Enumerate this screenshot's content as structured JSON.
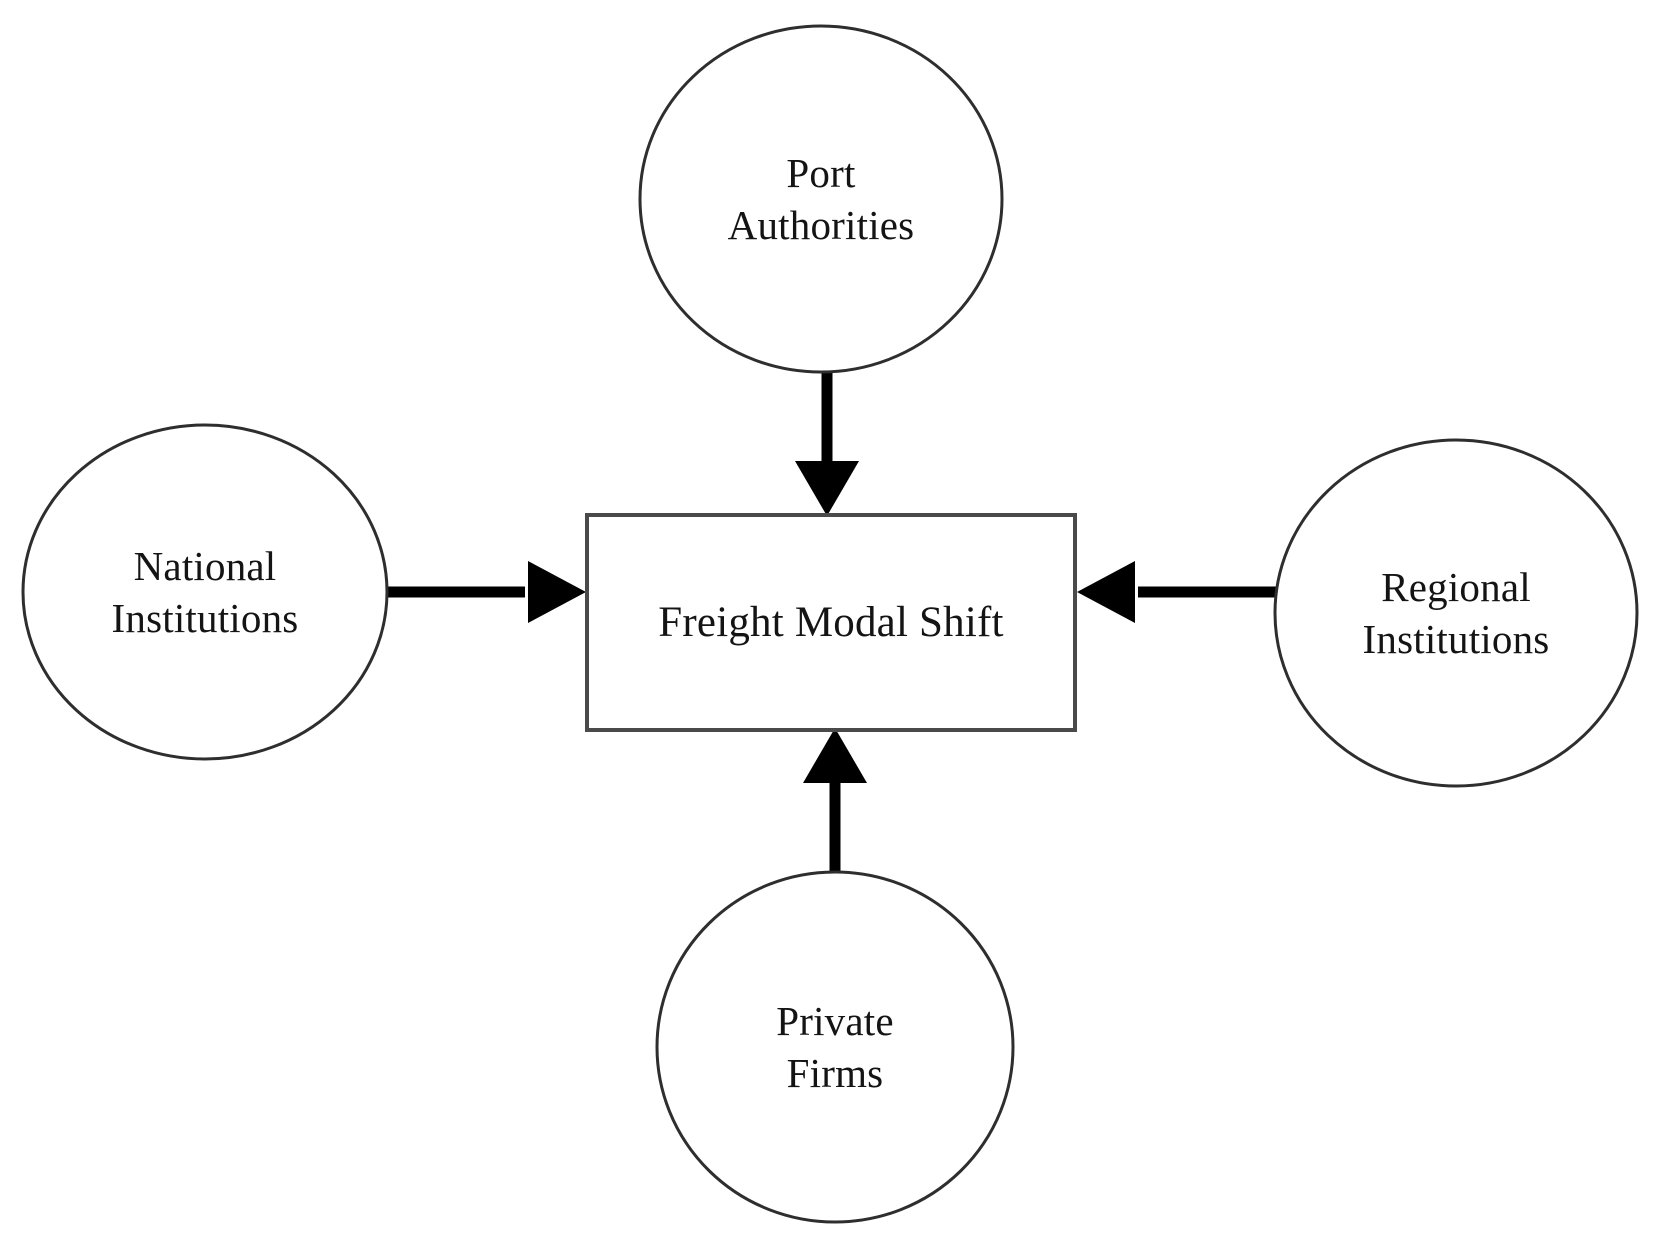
{
  "diagram": {
    "title": "Freight Modal Shift influence diagram",
    "background_color": "#ffffff",
    "shape_stroke_color": "#2e2e2e",
    "arrow_color": "#000000",
    "text_color": "#141414",
    "center": {
      "id": "freight-modal-shift",
      "shape": "rectangle",
      "label": "Freight Modal Shift",
      "lines": [
        "Freight Modal Shift"
      ]
    },
    "nodes": [
      {
        "id": "port-authorities",
        "shape": "circle",
        "position": "top",
        "label": "Port Authorities",
        "lines": [
          "Port",
          "Authorities"
        ],
        "line1": "Port",
        "line2": "Authorities"
      },
      {
        "id": "national-institutions",
        "shape": "circle",
        "position": "left",
        "label": "National Institutions",
        "lines": [
          "National",
          "Institutions"
        ],
        "line1": "National",
        "line2": "Institutions"
      },
      {
        "id": "regional-institutions",
        "shape": "circle",
        "position": "right",
        "label": "Regional Institutions",
        "lines": [
          "Regional",
          "Institutions"
        ],
        "line1": "Regional",
        "line2": "Institutions"
      },
      {
        "id": "private-firms",
        "shape": "circle",
        "position": "bottom",
        "label": "Private Firms",
        "lines": [
          "Private",
          "Firms"
        ],
        "line1": "Private",
        "line2": "Firms"
      }
    ],
    "edges": [
      {
        "id": "edge-port-authorities",
        "from": "port-authorities",
        "to": "freight-modal-shift",
        "direction": "down",
        "arrowhead": "target"
      },
      {
        "id": "edge-national-institutions",
        "from": "national-institutions",
        "to": "freight-modal-shift",
        "direction": "right",
        "arrowhead": "target"
      },
      {
        "id": "edge-regional-institutions",
        "from": "regional-institutions",
        "to": "freight-modal-shift",
        "direction": "left",
        "arrowhead": "target"
      },
      {
        "id": "edge-private-firms",
        "from": "private-firms",
        "to": "freight-modal-shift",
        "direction": "up",
        "arrowhead": "target"
      }
    ]
  }
}
